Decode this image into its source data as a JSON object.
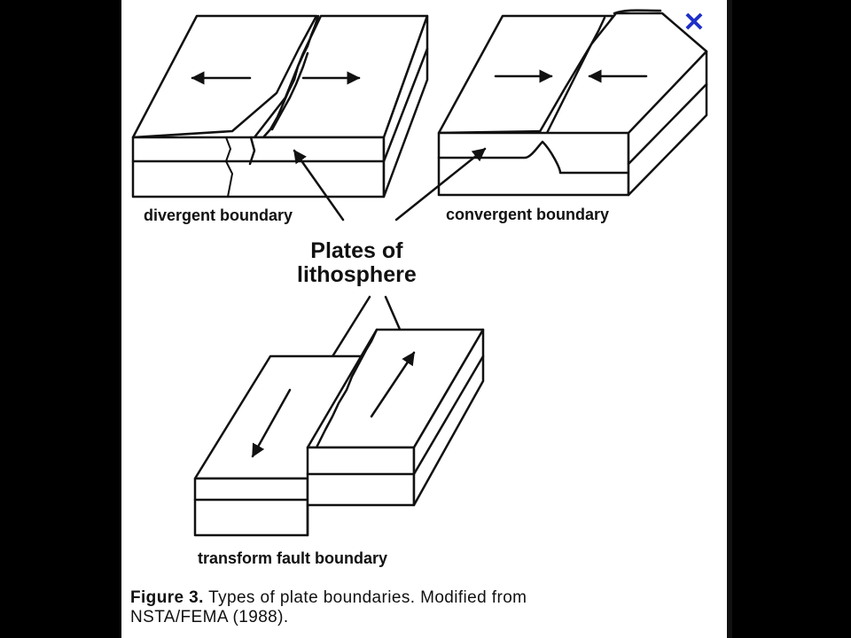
{
  "close_button": {
    "icon": "close-icon",
    "glyph": "✕",
    "color": "#1f2fc8"
  },
  "labels": {
    "divergent": "divergent boundary",
    "convergent": "convergent boundary",
    "plates_line1": "Plates of",
    "plates_line2": "lithosphere",
    "transform": "transform fault boundary"
  },
  "caption": {
    "figure": "Figure 3.",
    "text_line1": "Types of plate boundaries. Modified from",
    "text_line2": "NSTA/FEMA (1988)."
  }
}
